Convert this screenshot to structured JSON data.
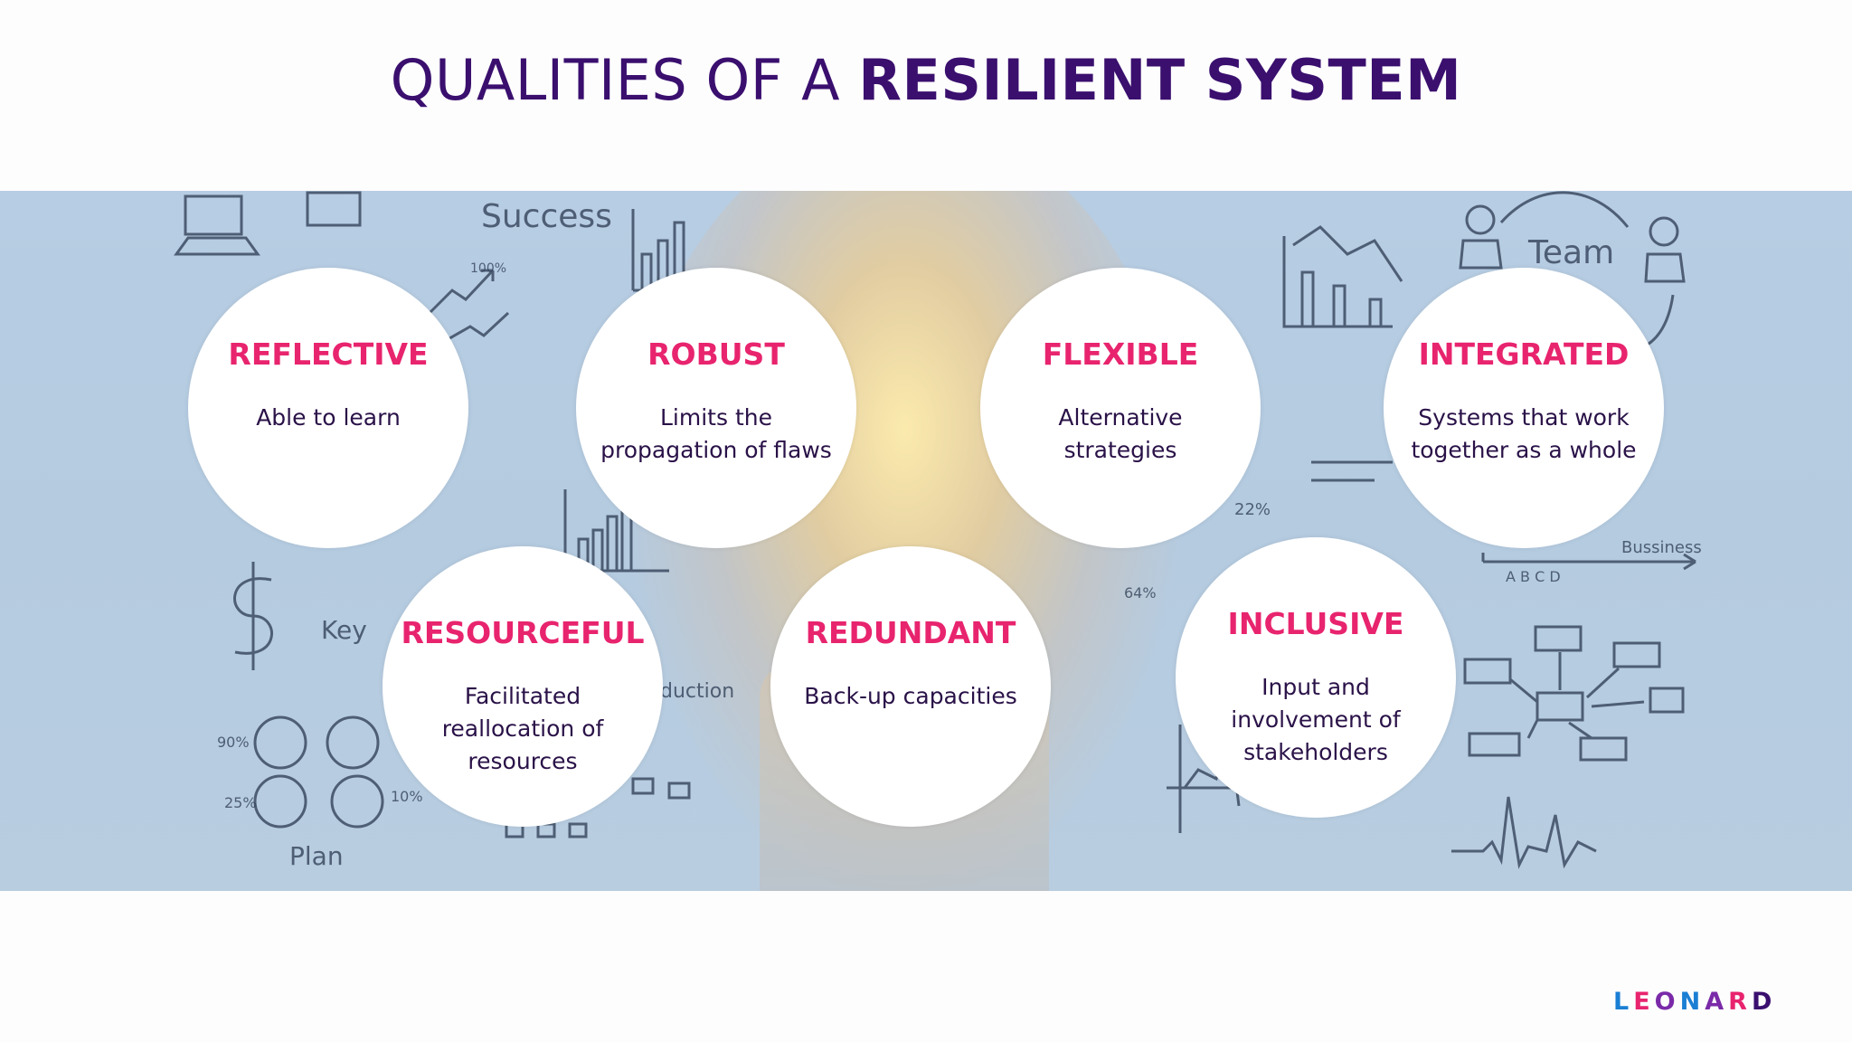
{
  "title": {
    "light": "QUALITIES OF A ",
    "bold": "RESILIENT SYSTEM"
  },
  "qualities": [
    {
      "heading": "REFLECTIVE",
      "description": "Able to learn"
    },
    {
      "heading": "ROBUST",
      "description": "Limits the propagation of flaws"
    },
    {
      "heading": "FLEXIBLE",
      "description": "Alternative strategies"
    },
    {
      "heading": "INTEGRATED",
      "description": "Systems that work together as a whole"
    },
    {
      "heading": "RESOURCEFUL",
      "description": "Facilitated reallocation of resources"
    },
    {
      "heading": "REDUNDANT",
      "description": "Back-up capacities"
    },
    {
      "heading": "INCLUSIVE",
      "description": "Input and involvement of stakeholders"
    }
  ],
  "background_sketch_text": {
    "success": "Success",
    "team": "Team",
    "key": "Key",
    "plan": "Plan",
    "business": "Bussiness",
    "production": "duction",
    "pct100": "100%",
    "pct90": "90%",
    "pct25": "25%",
    "pct10": "10%",
    "pct22": "22%",
    "pct64": "64%",
    "axis_abcd": "A B C D"
  },
  "logo": {
    "text": "LEONARD",
    "colors": [
      "#1a7fd4",
      "#e8246e",
      "#7a2aa8",
      "#1a7fd4",
      "#7a2aa8",
      "#e8246e",
      "#3a0f6e"
    ]
  },
  "colors": {
    "title": "#3a0f6e",
    "heading": "#e8246e",
    "description": "#2a1248",
    "banner": "#b7cde3"
  }
}
